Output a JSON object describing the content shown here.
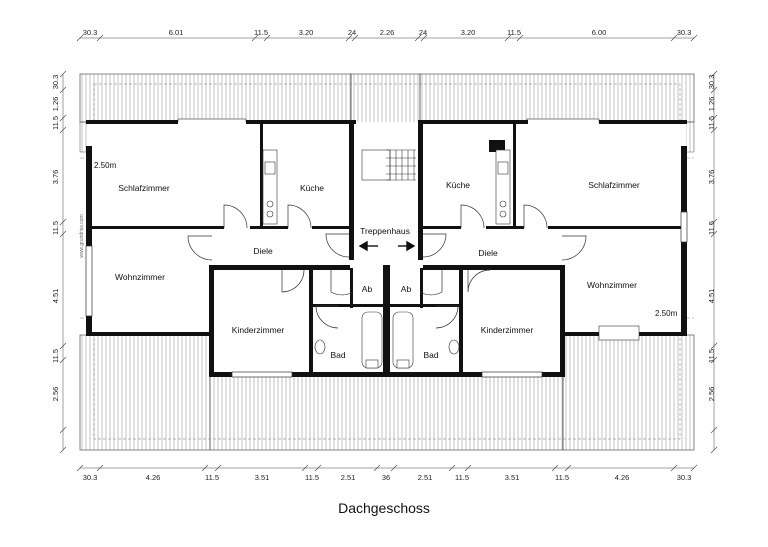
{
  "title": "Dachgeschoss",
  "credit": "www.grundriss.com",
  "dims_top": [
    "30.3",
    "6.01",
    "11.5",
    "3.20",
    "24",
    "2.26",
    "24",
    "3.20",
    "11.5",
    "6.00",
    "30.3"
  ],
  "dims_bottom": [
    "30.3",
    "4.26",
    "11.5",
    "3.51",
    "11.5",
    "2.51",
    "36",
    "2.51",
    "11.5",
    "3.51",
    "11.5",
    "4.26",
    "30.3"
  ],
  "dims_left": [
    "30.3",
    "1.26",
    "11.5",
    "3.76",
    "11.5",
    "4.51",
    "11.5",
    "2.56"
  ],
  "dims_right": [
    "30.3",
    "1.26",
    "11.5",
    "3.76",
    "11.5",
    "4.51",
    "11.5",
    "2.56"
  ],
  "rooms": {
    "schlafzimmer_left": "Schlafzimmer",
    "kueche_left": "Küche",
    "kueche_right": "Küche",
    "schlafzimmer_right": "Schlafzimmer",
    "treppenhaus": "Treppenhaus",
    "diele_left": "Diele",
    "diele_right": "Diele",
    "wohnzimmer_left": "Wohnzimmer",
    "wohnzimmer_right": "Wohnzimmer",
    "ab_left": "Ab",
    "ab_right": "Ab",
    "kinderzimmer_left": "Kinderzimmer",
    "kinderzimmer_right": "Kinderzimmer",
    "bad_left": "Bad",
    "bad_right": "Bad"
  },
  "height_marks": [
    "2.50m",
    "2.50m"
  ]
}
